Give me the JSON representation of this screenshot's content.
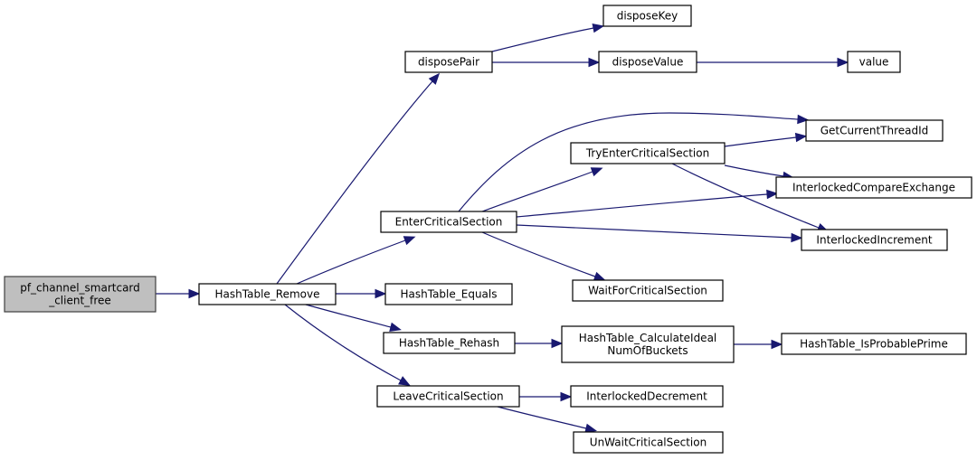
{
  "diagram": {
    "type": "call-graph",
    "edge_color": "#191970",
    "root_fill": "#bfbfbf",
    "nodes": [
      {
        "id": "root",
        "lines": [
          "pf_channel_smartcard",
          "_client_free"
        ],
        "root": true
      },
      {
        "id": "remove",
        "lines": [
          "HashTable_Remove"
        ]
      },
      {
        "id": "disposePair",
        "lines": [
          "disposePair"
        ]
      },
      {
        "id": "disposeKey",
        "lines": [
          "disposeKey"
        ]
      },
      {
        "id": "disposeValue",
        "lines": [
          "disposeValue"
        ]
      },
      {
        "id": "value",
        "lines": [
          "value"
        ]
      },
      {
        "id": "enterCS",
        "lines": [
          "EnterCriticalSection"
        ]
      },
      {
        "id": "tryEnterCS",
        "lines": [
          "TryEnterCriticalSection"
        ]
      },
      {
        "id": "getThreadId",
        "lines": [
          "GetCurrentThreadId"
        ]
      },
      {
        "id": "icx",
        "lines": [
          "InterlockedCompareExchange"
        ]
      },
      {
        "id": "iinc",
        "lines": [
          "InterlockedIncrement"
        ]
      },
      {
        "id": "waitCS",
        "lines": [
          "WaitForCriticalSection"
        ]
      },
      {
        "id": "equals",
        "lines": [
          "HashTable_Equals"
        ]
      },
      {
        "id": "rehash",
        "lines": [
          "HashTable_Rehash"
        ]
      },
      {
        "id": "calcBuckets",
        "lines": [
          "HashTable_CalculateIdeal",
          "NumOfBuckets"
        ]
      },
      {
        "id": "isPrime",
        "lines": [
          "HashTable_IsProbablePrime"
        ]
      },
      {
        "id": "leaveCS",
        "lines": [
          "LeaveCriticalSection"
        ]
      },
      {
        "id": "idec",
        "lines": [
          "InterlockedDecrement"
        ]
      },
      {
        "id": "unwaitCS",
        "lines": [
          "UnWaitCriticalSection"
        ]
      }
    ],
    "edges": [
      {
        "from": "root",
        "to": "remove"
      },
      {
        "from": "remove",
        "to": "disposePair"
      },
      {
        "from": "remove",
        "to": "enterCS"
      },
      {
        "from": "remove",
        "to": "equals"
      },
      {
        "from": "remove",
        "to": "rehash"
      },
      {
        "from": "remove",
        "to": "leaveCS"
      },
      {
        "from": "disposePair",
        "to": "disposeKey"
      },
      {
        "from": "disposePair",
        "to": "disposeValue"
      },
      {
        "from": "disposeValue",
        "to": "value"
      },
      {
        "from": "enterCS",
        "to": "getThreadId"
      },
      {
        "from": "enterCS",
        "to": "tryEnterCS"
      },
      {
        "from": "enterCS",
        "to": "icx"
      },
      {
        "from": "enterCS",
        "to": "iinc"
      },
      {
        "from": "enterCS",
        "to": "waitCS"
      },
      {
        "from": "tryEnterCS",
        "to": "getThreadId"
      },
      {
        "from": "tryEnterCS",
        "to": "icx"
      },
      {
        "from": "tryEnterCS",
        "to": "iinc"
      },
      {
        "from": "rehash",
        "to": "calcBuckets"
      },
      {
        "from": "calcBuckets",
        "to": "isPrime"
      },
      {
        "from": "leaveCS",
        "to": "idec"
      },
      {
        "from": "leaveCS",
        "to": "unwaitCS"
      }
    ]
  }
}
